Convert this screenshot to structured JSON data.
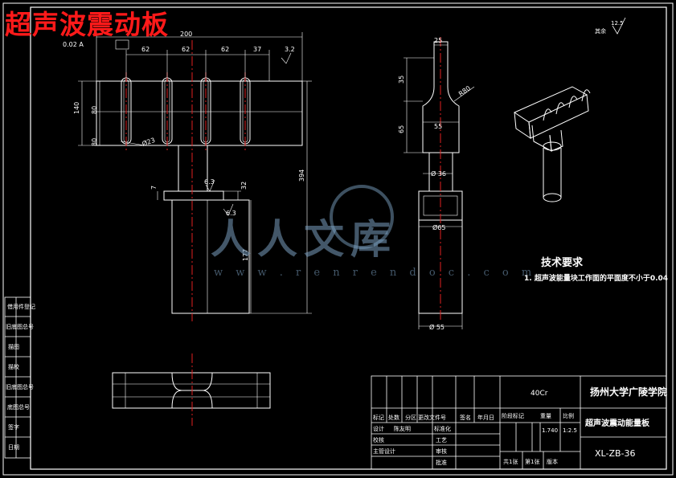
{
  "drawing_title": "超声波震动板",
  "watermark": {
    "text": "人人文库",
    "url": "w w w . r e n r e n d o c . c o m"
  },
  "dims": {
    "d200": "200",
    "d62a": "62",
    "d62b": "62",
    "d62c": "62",
    "d37": "37",
    "d32top": "3.2",
    "d140": "140",
    "d80a": "80",
    "d80b": "80",
    "phi": "Ø23",
    "tol": "0.02 A",
    "d6_3": "6.3",
    "d32": "32",
    "d7": "7",
    "d6_3b": "6.3",
    "d394": "394",
    "d177": "177",
    "d25": "25",
    "d35": "35",
    "d65": "65",
    "r80": "R80",
    "d55": "55",
    "phi36": "Ø 36",
    "phi65": "Ø65",
    "phi55": "Ø 55",
    "rough": "12.5",
    "rough_note": "其余"
  },
  "tech": {
    "title": "技术要求",
    "note": "1. 超声波能量块工作面的平面度不小于0.04"
  },
  "left_strip": [
    "借用件登记",
    "旧底图总号",
    "描图",
    "描校",
    "旧底图总号",
    "底图总号",
    "签字",
    "日期"
  ],
  "title_block": {
    "material": "40Cr",
    "school": "扬州大学广陵学院",
    "part_name": "超声波震动能量板",
    "drawing_no": "XL-ZB-36",
    "header_row": [
      "标记",
      "处数",
      "分区",
      "更改文件号",
      "签名",
      "年月日"
    ],
    "r1": [
      "设计",
      "陈友明",
      "标准化"
    ],
    "r2": [
      "校核",
      "工艺"
    ],
    "r3": [
      "主管设计",
      "审核"
    ],
    "r4": [
      "批准"
    ],
    "stage": "阶段标记",
    "weight": "重量",
    "scale": "比例",
    "weight_val": "1.740",
    "scale_val": "1:2.5",
    "sheets_total": "共1张",
    "sheet_no": "第1张",
    "version": "版本"
  }
}
